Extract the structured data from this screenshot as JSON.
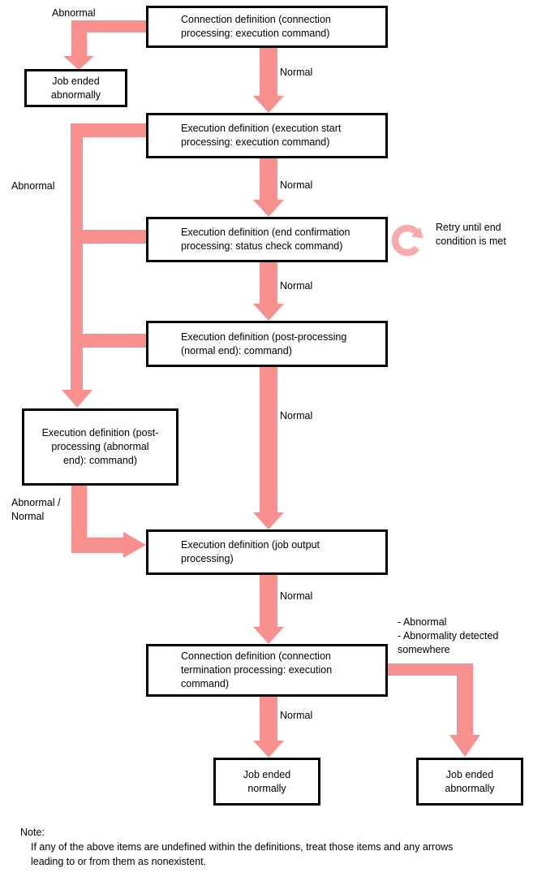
{
  "colors": {
    "arrow": "#f8908e",
    "arrow_light": "#f7abab",
    "box_border": "#000000",
    "box_fill": "#ffffff",
    "text": "#000000",
    "background": "#ffffff"
  },
  "nodes": {
    "connection_start": "Connection definition (connection\nprocessing: execution command)",
    "job_ended_abnormally_top": "Job ended\nabnormally",
    "execution_start": "Execution definition (execution start\nprocessing: execution command)",
    "end_confirmation": "Execution definition (end confirmation\nprocessing: status check command)",
    "post_processing_normal_end": "Execution definition (post-processing\n(normal end): command)",
    "post_processing_abnormal_end": "Execution definition (post-\nprocessing (abnormal\nend): command)",
    "job_output": "Execution definition (job output\nprocessing)",
    "connection_termination": "Connection definition (connection\ntermination processing: execution\ncommand)",
    "job_ended_normally": "Job ended\nnormally",
    "job_ended_abnormally_bottom": "Job ended\nabnormally"
  },
  "edge_labels": {
    "abnormal_from_connection": "Abnormal",
    "normal_after_connection": "Normal",
    "abnormal_rail": "Abnormal",
    "normal_after_execution_start": "Normal",
    "retry_note": "Retry until end\ncondition is met",
    "normal_after_end_confirmation": "Normal",
    "normal_after_post_processing": "Normal",
    "abnormal_or_normal": "Abnormal /\nNormal",
    "normal_after_job_output": "Normal",
    "abnormality_detected": "- Abnormal\n- Abnormality detected\nsomewhere",
    "normal_after_termination": "Normal"
  },
  "note": {
    "title": "Note:",
    "body": "If any of the above items are undefined within the definitions, treat those items and any arrows\nleading to or from them as nonexistent."
  }
}
